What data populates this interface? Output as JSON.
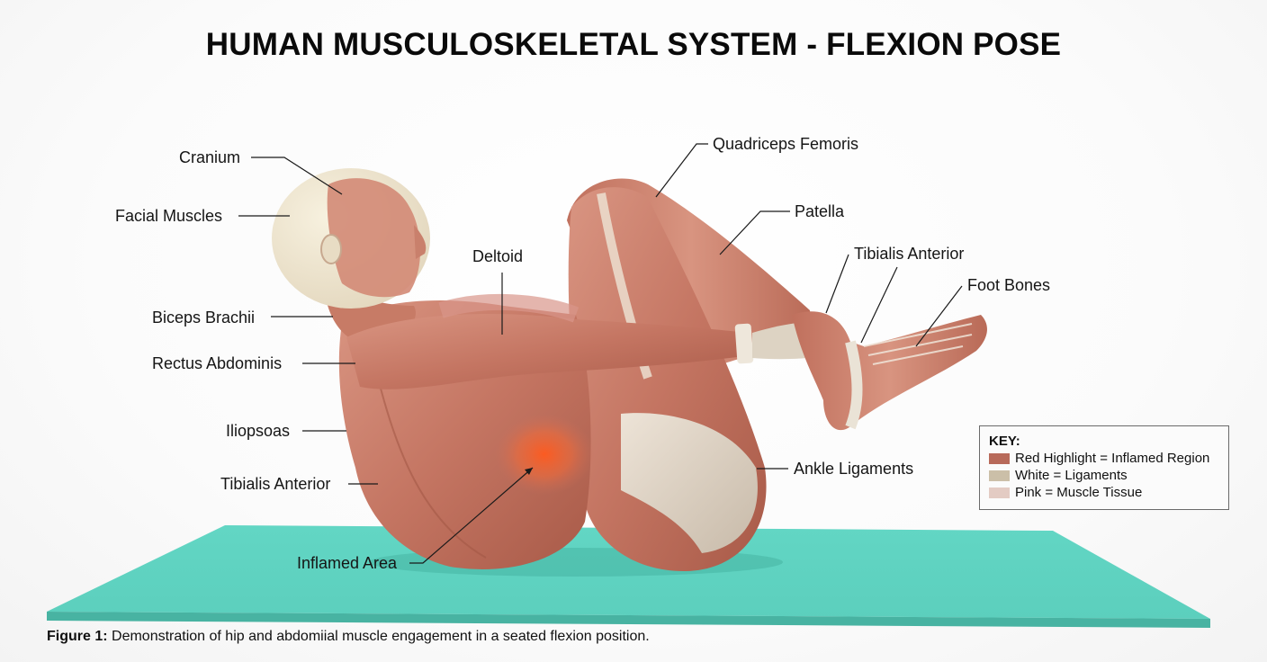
{
  "title": "HUMAN MUSCULOSKELETAL SYSTEM - FLEXION POSE",
  "labels": {
    "cranium": "Cranium",
    "facial_muscles": "Facial Muscles",
    "biceps_brachii": "Biceps Brachii",
    "rectus_abdominis": "Rectus Abdominis",
    "iliopsoas": "Iliopsoas",
    "tibialis_anterior_left": "Tibialis Anterior",
    "deltoid": "Deltoid",
    "inflamed_area": "Inflamed Area",
    "quadriceps_femoris": "Quadriceps Femoris",
    "patella": "Patella",
    "tibialis_anterior_right": "Tibialis Anterior",
    "foot_bones": "Foot Bones",
    "ankle_ligaments": "Ankle Ligaments"
  },
  "legend": {
    "title": "KEY:",
    "items": [
      {
        "label": "Red Highlight = Inflamed Region",
        "color": "#b86a5a"
      },
      {
        "label": "White = Ligaments",
        "color": "#cbbfa8"
      },
      {
        "label": "Pink = Muscle Tissue",
        "color": "#e3cbc3"
      }
    ]
  },
  "caption": {
    "prefix": "Figure 1:",
    "text": " Demonstration of hip and abdomiial muscle engagement in a seated flexion position."
  },
  "colors": {
    "mat": "#5ed3c1",
    "muscle": "#c97e68",
    "ligament": "#e6ddd0",
    "inflamed": "#f05a2a"
  }
}
